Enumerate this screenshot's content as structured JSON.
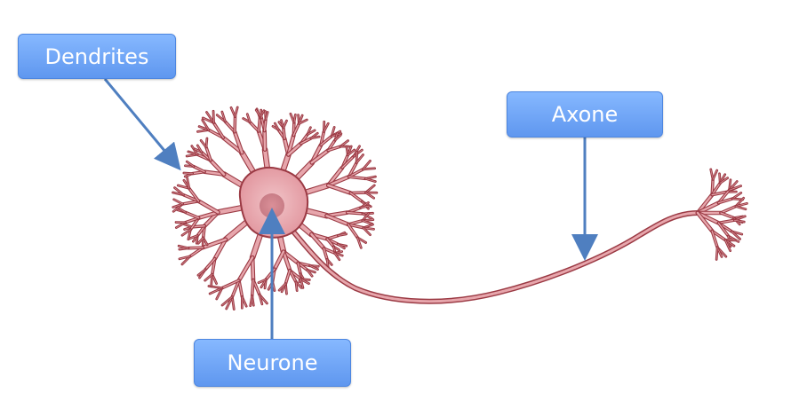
{
  "labels": {
    "dendrites": "Dendrites",
    "axone": "Axone",
    "neurone": "Neurone"
  },
  "colors": {
    "neuron_fill": "#e7a6ac",
    "neuron_stroke": "#9b3a44",
    "nucleus": "#cf8a92",
    "label_bg": "#6ea5f5",
    "arrow": "#4f7fc0"
  }
}
